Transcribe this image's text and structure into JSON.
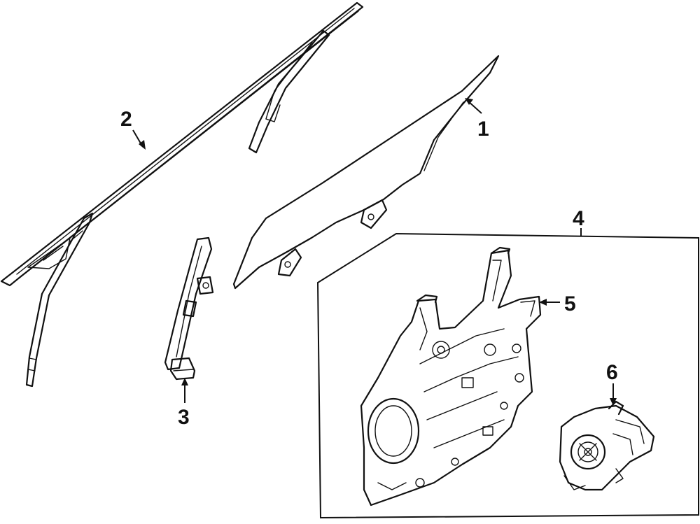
{
  "diagram": {
    "callouts": [
      {
        "id": "1",
        "label": "1"
      },
      {
        "id": "2",
        "label": "2"
      },
      {
        "id": "3",
        "label": "3"
      },
      {
        "id": "4",
        "label": "4"
      },
      {
        "id": "5",
        "label": "5"
      },
      {
        "id": "6",
        "label": "6"
      }
    ],
    "parts": [
      {
        "callout": "1",
        "icon": "door-glass-icon"
      },
      {
        "callout": "2",
        "icon": "glass-run-channel-icon"
      },
      {
        "callout": "3",
        "icon": "rear-guide-channel-icon"
      },
      {
        "callout": "4",
        "icon": "window-regulator-assembly-box"
      },
      {
        "callout": "5",
        "icon": "window-regulator-icon"
      },
      {
        "callout": "6",
        "icon": "regulator-motor-icon"
      }
    ],
    "line_color": "#111111",
    "background": "#ffffff"
  }
}
